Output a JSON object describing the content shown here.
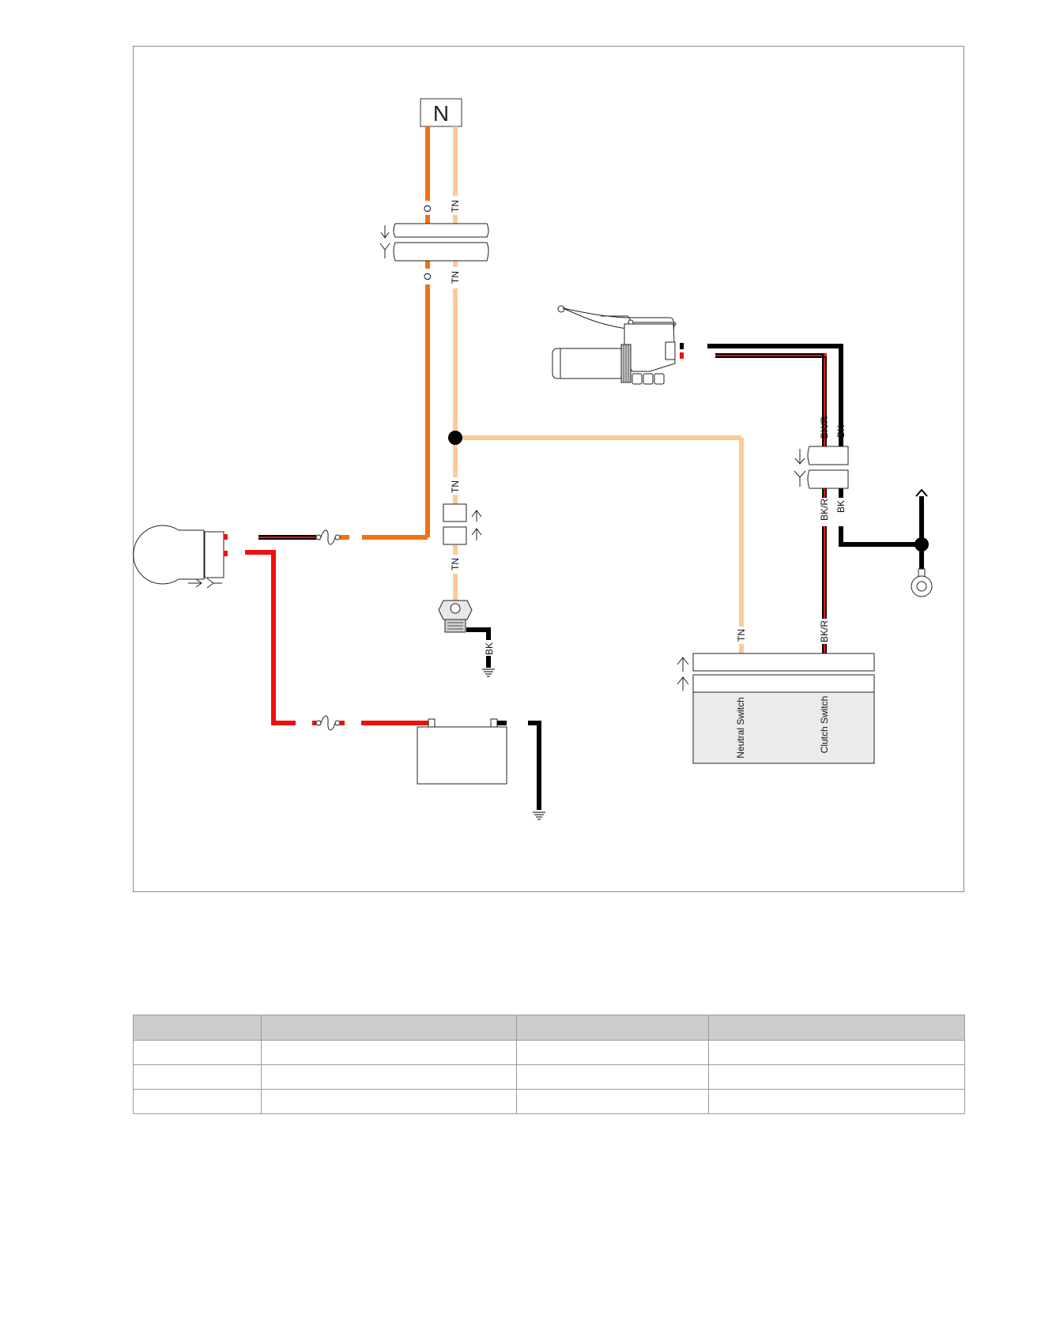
{
  "colors": {
    "orange": "#f07213",
    "tan": "#fccb98",
    "red": "#f00f0f",
    "black": "#000000",
    "component_fill": "#ebebeb",
    "table_header": "#cccccc"
  },
  "diagram": {
    "neutral_indicator_symbol": "N",
    "wire_labels": {
      "orange_upper": "O",
      "tan_upper": "TN",
      "orange_lower": "O",
      "tan_lower": "TN",
      "tan_sensor_upper": "TN",
      "tan_sensor_lower": "TN",
      "sensor_ground": "BK",
      "clutch_bkr_upper": "BK/R",
      "clutch_bk_upper": "BK",
      "clutch_bkr_lower": "BK/R",
      "clutch_bk_lower": "BK",
      "module_tan": "TN",
      "module_bkr": "BK/R"
    },
    "module_labels": {
      "neutral_switch": "Neutral Switch",
      "clutch_switch": "Clutch Switch"
    },
    "icons": [
      "neutral-indicator-lamp-icon",
      "connector-icon",
      "fuse-icon",
      "splice-icon",
      "neutral-switch-sensor-icon",
      "ground-icon",
      "clutch-lever-icon",
      "ring-terminal-icon",
      "battery-icon",
      "bulb-icon"
    ]
  },
  "table": {
    "headers": [
      "",
      "",
      "",
      ""
    ],
    "rows": [
      [
        "",
        "",
        "",
        ""
      ],
      [
        "",
        "",
        "",
        ""
      ],
      [
        "",
        "",
        "",
        ""
      ]
    ]
  }
}
